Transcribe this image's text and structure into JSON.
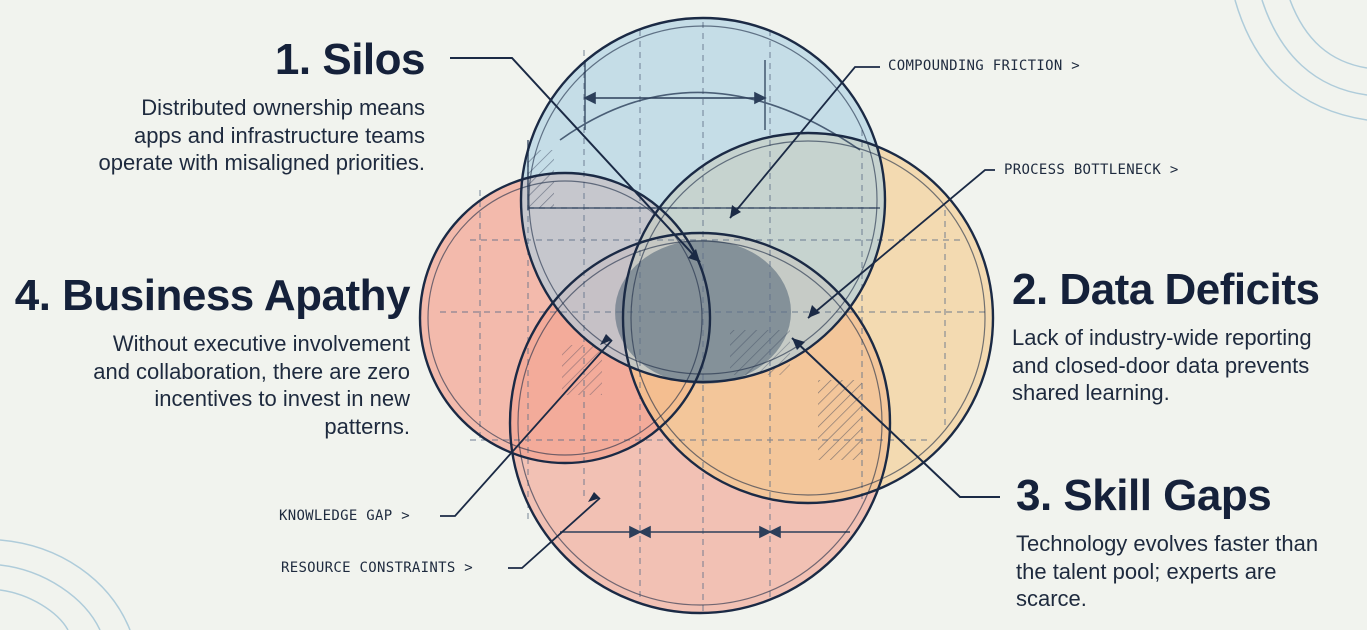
{
  "factors": {
    "silos": {
      "title": "1. Silos",
      "lines": [
        "Distributed ownership means",
        "apps and infrastructure teams",
        "operate with misaligned priorities."
      ],
      "color": "#a8cde0"
    },
    "data_deficits": {
      "title": "2. Data Deficits",
      "lines": [
        "Lack of industry-wide reporting",
        "and closed-door data prevents",
        "shared learning."
      ],
      "color": "#f3c98a"
    },
    "skill_gaps": {
      "title": "3. Skill Gaps",
      "lines": [
        "Technology evolves faster than",
        "the talent pool; experts are",
        "scarce."
      ],
      "color": "#f2a190"
    },
    "business_apathy": {
      "title": "4. Business Apathy",
      "lines": [
        "Without executive involvement",
        "and collaboration, there are zero",
        "incentives to invest in new",
        "patterns."
      ],
      "color": "#f4a493"
    }
  },
  "callouts": {
    "compounding_friction": "COMPOUNDING FRICTION >",
    "process_bottleneck": "PROCESS BOTTLENECK >",
    "knowledge_gap": "KNOWLEDGE GAP >",
    "resource_constraints": "RESOURCE CONSTRAINTS >"
  },
  "colors": {
    "ink": "#17233a",
    "background": "#f1f3ee"
  }
}
